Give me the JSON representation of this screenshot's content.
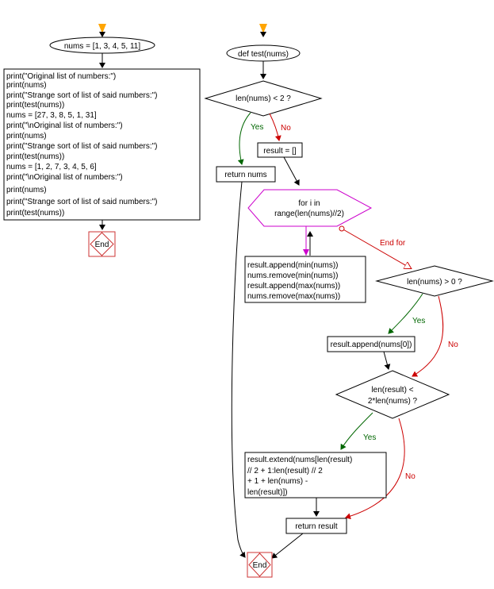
{
  "colors": {
    "black": "#000000",
    "yes": "#006600",
    "no": "#cc0000",
    "loop": "#cc00cc",
    "start": "#ffa500",
    "end_border": "#cc3333"
  },
  "main": {
    "start_text": "nums = [1, 3, 4, 5, 11]",
    "code_lines": [
      "print(\"Original list of numbers:\")",
      "print(nums)",
      "print(\"Strange sort of list of said numbers:\")",
      "print(test(nums))",
      "nums = [27, 3, 8, 5, 1, 31]",
      "print(\"\\nOriginal list of numbers:\")",
      "print(nums)",
      "print(\"Strange sort of list of said numbers:\")",
      "print(test(nums))",
      "nums = [1, 2, 7, 3, 4, 5, 6]",
      "print(\"\\nOriginal list of numbers:\")",
      "print(nums)",
      "print(\"Strange sort of list of said numbers:\")",
      "print(test(nums))"
    ],
    "end_text": "End"
  },
  "func": {
    "start_text": "def test(nums)",
    "cond1": "len(nums) < 2 ?",
    "yes1": "Yes",
    "no1": "No",
    "return_nums": "return nums",
    "init_result": "result = []",
    "loop_lines": [
      "for i in",
      "range(len(nums)//2)"
    ],
    "end_for": "End for",
    "loop_body": [
      "result.append(min(nums))",
      "nums.remove(min(nums))",
      "result.append(max(nums))",
      "nums.remove(max(nums))"
    ],
    "cond2": "len(nums) > 0 ?",
    "yes2": "Yes",
    "no2": "No",
    "append_first": "result.append(nums[0])",
    "cond3_lines": [
      "len(result) <",
      "2*len(nums) ?"
    ],
    "yes3": "Yes",
    "no3": "No",
    "extend_lines": [
      "result.extend(nums[len(result)",
      "// 2 + 1:len(result) // 2",
      "+ 1 + len(nums) -",
      "len(result)])"
    ],
    "return_result": "return result",
    "end_text": "End"
  }
}
